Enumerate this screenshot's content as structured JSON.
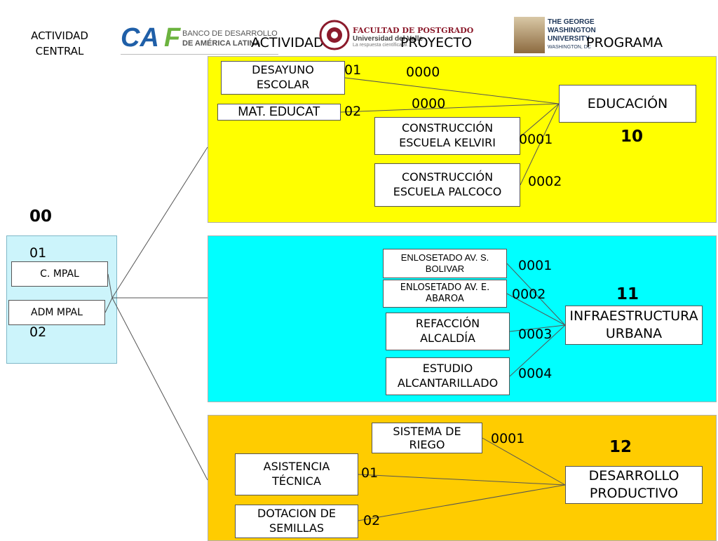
{
  "header": {
    "actividad_central": "ACTIVIDAD\nCENTRAL",
    "actividad": "ACTIVIDAD",
    "proyecto": "PROYECTO",
    "programa": "PROGRAMA"
  },
  "logos": {
    "caf": {
      "mark": "CAF",
      "line1": "BANCO DE DESARROLLO",
      "line2": "DE AMÉRICA LATINA"
    },
    "univalle": {
      "line1": "FACULTAD DE POSTGRADO",
      "line2": "Universidad del Valle",
      "line3": "La respuesta científica al..."
    },
    "gwu": {
      "line1": "THE GEORGE",
      "line2": "WASHINGTON",
      "line3": "UNIVERSITY",
      "line4": "WASHINGTON, DC"
    }
  },
  "central": {
    "code_top": "00",
    "code_01": "01",
    "code_02": "02",
    "item_1": "C. MPAL",
    "item_2": "ADM MPAL",
    "colors": {
      "fill": "#ccf4fb"
    }
  },
  "programs": [
    {
      "number": "10",
      "name": "EDUCACIÓN",
      "color": "#ffff00",
      "activities": [
        {
          "label": "DESAYUNO ESCOLAR",
          "code": "01"
        },
        {
          "label": "MAT. EDUCAT",
          "code": "02"
        }
      ],
      "activity_codes_project": [
        "0000",
        "0000"
      ],
      "projects": [
        {
          "label": "CONSTRUCCIÓN ESCUELA KELVIRI",
          "code": "0001"
        },
        {
          "label": "CONSTRUCCIÓN ESCUELA PALCOCO",
          "code": "0002"
        }
      ]
    },
    {
      "number": "11",
      "name": "INFRAESTRUCTURA URBANA",
      "color": "#00ffff",
      "projects": [
        {
          "label": "ENLOSETADO AV. S. BOLIVAR",
          "code": "0001"
        },
        {
          "label": "ENLOSETADO AV. E. ABAROA",
          "code": "0002"
        },
        {
          "label": "REFACCIÓN ALCALDÍA",
          "code": "0003"
        },
        {
          "label": "ESTUDIO ALCANTARILLADO",
          "code": "0004"
        }
      ]
    },
    {
      "number": "12",
      "name": "DESARROLLO PRODUCTIVO",
      "color": "#ffcc00",
      "projects": [
        {
          "label": "SISTEMA DE RIEGO",
          "code": "0001"
        }
      ],
      "activities": [
        {
          "label": "ASISTENCIA TÉCNICA",
          "code": "01"
        },
        {
          "label": "DOTACION DE SEMILLAS",
          "code": "02"
        }
      ]
    }
  ]
}
